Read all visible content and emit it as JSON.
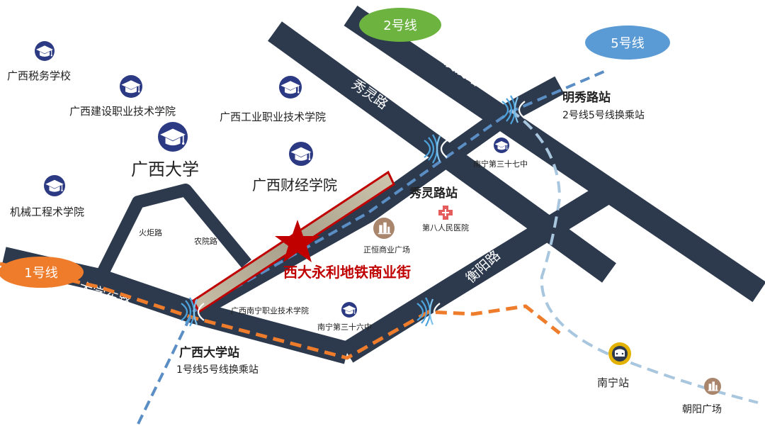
{
  "colors": {
    "road": "#2d3a4e",
    "line1": "#ee7c2b",
    "line2": "#6cb33f",
    "line5": "#5b9bd5",
    "line5_route": "#8fb4d6",
    "school": "#2b3a83",
    "highlight": "#c00000",
    "mall": "#a8856b"
  },
  "lines": {
    "line1": "1号线",
    "line2": "2号线",
    "line5": "5号线"
  },
  "roads": {
    "youai": "友爱路",
    "xiuling": "秀灵路",
    "daxuedong": "大学东路",
    "hengyang": "衡阳路",
    "huoju": "火炬路",
    "nongyuan": "农院路"
  },
  "stations": {
    "mingxiu": {
      "name": "明秀路站",
      "note": "2号线5号线换乘站"
    },
    "xiuling": {
      "name": "秀灵路站"
    },
    "guangxidaxue": {
      "name": "广西大学站",
      "note": "1号线5号线换乘站"
    },
    "nanning": {
      "name": "南宁站"
    }
  },
  "schools": {
    "shuiwu": "广西税务学校",
    "jianshe": "广西建设职业技术学院",
    "gongye": "广西工业职业技术学院",
    "gxu": "广西大学",
    "caijing": "广西财经学院",
    "jixie": "机械工程术学院",
    "nanningzhiye": "广西南宁职业技术学院",
    "school36": "南宁第三十六中",
    "school37": "南宁第三十七中"
  },
  "places": {
    "hospital": "第八人民医院",
    "zhengheng": "正恒商业广场",
    "chaoyang": "朝阳广场"
  },
  "highlight": {
    "title": "西大永利地铁商业街"
  }
}
